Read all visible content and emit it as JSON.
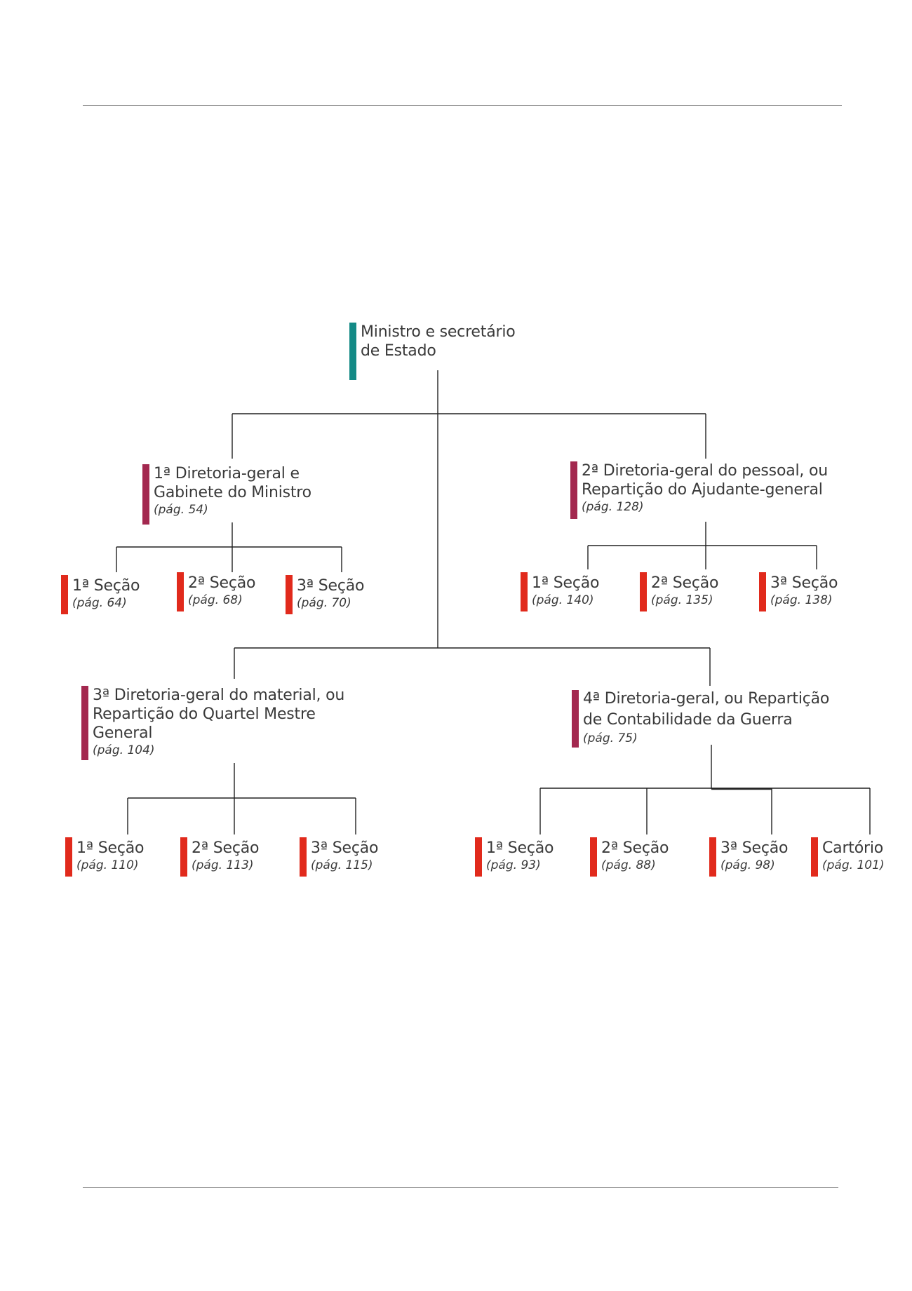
{
  "colors": {
    "minister_bar": "#138a86",
    "directorate_bar": "#a3284f",
    "section_bar": "#e12a1c",
    "line": "#222222"
  },
  "minister": {
    "name_lines": [
      "Ministro e secretário",
      "de Estado"
    ]
  },
  "directorates": [
    {
      "name_lines": [
        "1ª Diretoria-geral e",
        "Gabinete do Ministro"
      ],
      "page": "(pág. 54)",
      "sections": [
        {
          "name": "1ª Seção",
          "page": "(pág. 64)"
        },
        {
          "name": "2ª Seção",
          "page": "(pág. 68)"
        },
        {
          "name": "3ª Seção",
          "page": "(pág. 70)"
        }
      ]
    },
    {
      "name_lines": [
        "2ª Diretoria-geral do pessoal, ou",
        "Repartição do Ajudante-general"
      ],
      "page": "(pág. 128)",
      "sections": [
        {
          "name": "1ª Seção",
          "page": "(pág. 140)"
        },
        {
          "name": "2ª Seção",
          "page": "(pág. 135)"
        },
        {
          "name": "3ª Seção",
          "page": "(pág. 138)"
        }
      ]
    },
    {
      "name_lines": [
        "3ª Diretoria-geral do material, ou",
        "Repartição do Quartel Mestre",
        "General"
      ],
      "page": "(pág. 104)",
      "sections": [
        {
          "name": "1ª Seção",
          "page": "(pág. 110)"
        },
        {
          "name": "2ª Seção",
          "page": "(pág. 113)"
        },
        {
          "name": "3ª Seção",
          "page": "(pág. 115)"
        }
      ]
    },
    {
      "name_lines": [
        "4ª Diretoria-geral, ou Repartição",
        "de Contabilidade da Guerra"
      ],
      "page": "(pág. 75)",
      "sections": [
        {
          "name": "1ª Seção",
          "page": "(pág. 93)"
        },
        {
          "name": "2ª Seção",
          "page": "(pág. 88)"
        },
        {
          "name": "3ª Seção",
          "page": "(pág. 98)"
        },
        {
          "name": "Cartório",
          "page": "(pág. 101)"
        }
      ]
    }
  ]
}
